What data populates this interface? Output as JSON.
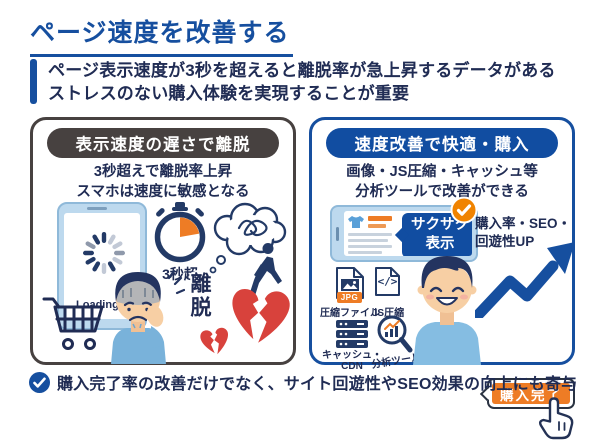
{
  "page": {
    "title": "ページ速度を改善する",
    "lead_line1": "ページ表示速度が3秒を超えると離脱率が急上昇するデータがある",
    "lead_line2": "ストレスのない購入体験を実現することが重要",
    "footer": "購入完了率の改善だけでなく、サイト回遊性やSEO効果の向上にも寄与"
  },
  "left_panel": {
    "header": "表示速度の遅さで離脱",
    "caption_line1": "3秒超えで離脱率上昇",
    "caption_line2": "スマホは速度に敏感となる",
    "loading_label": "Loading...",
    "stopwatch_label": "3秒超",
    "exit_label": "離脱"
  },
  "right_panel": {
    "header": "速度改善で快適・購入",
    "caption_line1": "画像・JS圧縮・キャッシュ等",
    "caption_line2": "分析ツールで改善ができる",
    "phone_label_line1": "サクサク",
    "phone_label_line2": "表示",
    "icons": [
      {
        "tag": "JPG",
        "label": "圧縮ファイル"
      },
      {
        "glyph": "</>",
        "label": "JS圧縮"
      },
      {
        "label_line1": "キャッシュ・",
        "label_line2": "CDN"
      },
      {
        "label": "分析ツール"
      }
    ],
    "kpi_line1": "購入率・SEO・",
    "kpi_line2": "回遊性UP",
    "purchase_button": "購入完了"
  },
  "colors": {
    "brand_blue": "#164f9f",
    "navy_text": "#202c54",
    "charcoal": "#474140",
    "orange": "#ee7c25",
    "check_orange": "#f08300",
    "heart_red": "#d8423c",
    "phone_blue": "#bdd9ee",
    "shirt_blue": "#85bde2"
  }
}
